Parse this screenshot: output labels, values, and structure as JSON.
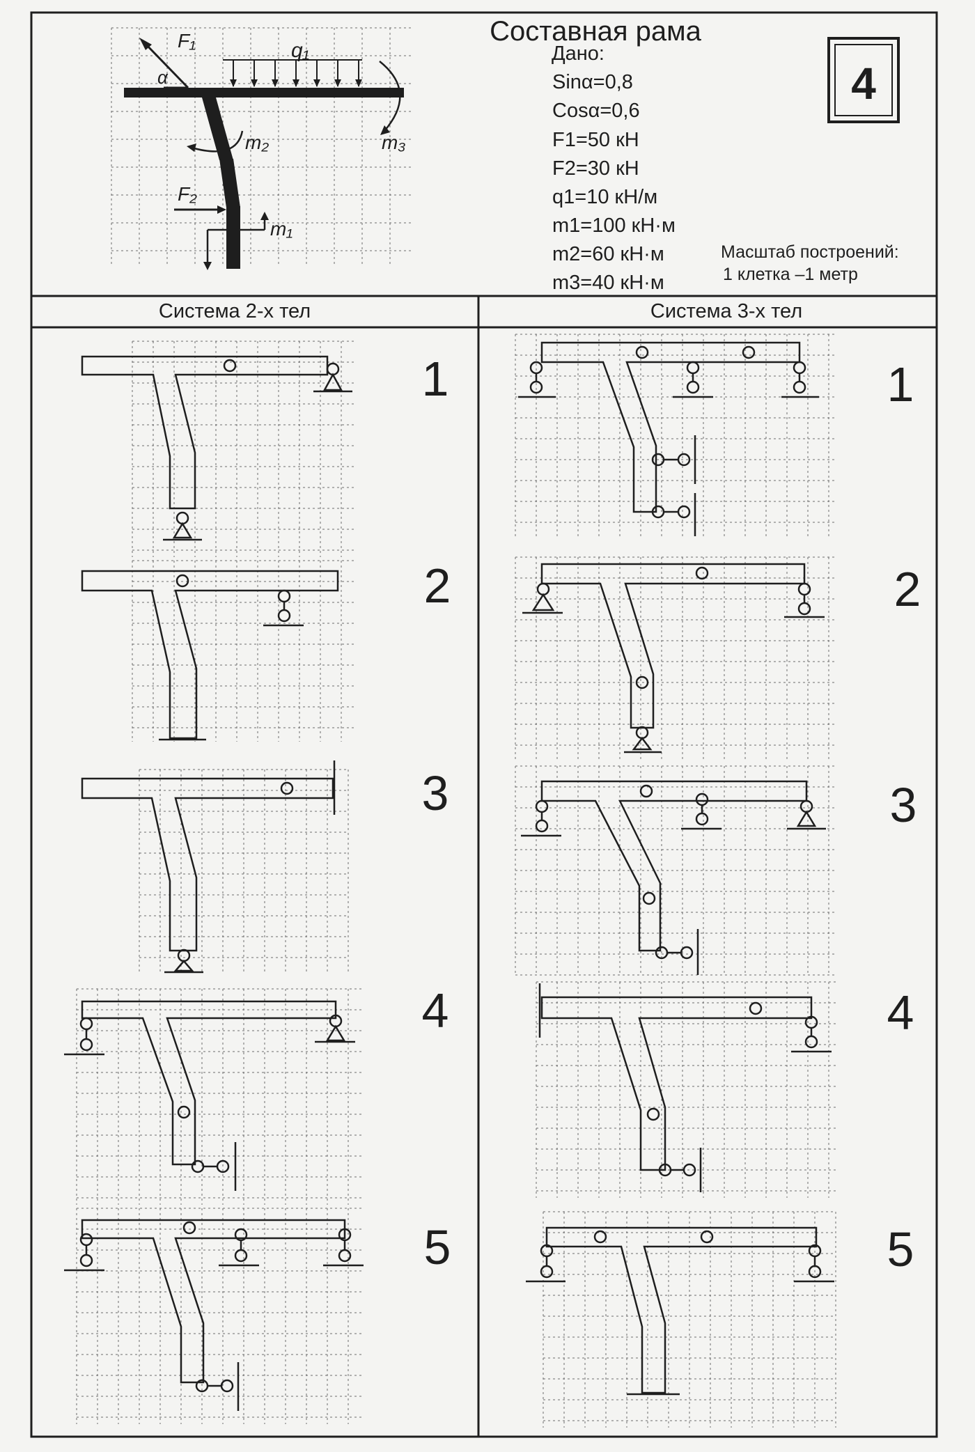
{
  "title": "Составная рама",
  "variant_number": "4",
  "given": {
    "heading": "Дано:",
    "lines": [
      "Sinα=0,8",
      "Cosα=0,6",
      "F1=50 кН",
      "F2=30 кН",
      "q1=10 кН/м",
      "m1=100 кН·м",
      "m2=60 кН·м",
      "m3=40 кН·м"
    ]
  },
  "scale": {
    "title": "Масштаб построений:",
    "value": "1 клетка –1 метр"
  },
  "loading_labels": {
    "F1": "F₁",
    "F2": "F₂",
    "q1": "q₁",
    "m1": "m₁",
    "m2": "m₂",
    "m3": "m₃",
    "alpha": "α"
  },
  "columns": [
    {
      "title": "Система 2-х тел",
      "schemes": [
        "1",
        "2",
        "3",
        "4",
        "5"
      ]
    },
    {
      "title": "Система 3-х тел",
      "schemes": [
        "1",
        "2",
        "3",
        "4",
        "5"
      ]
    }
  ]
}
